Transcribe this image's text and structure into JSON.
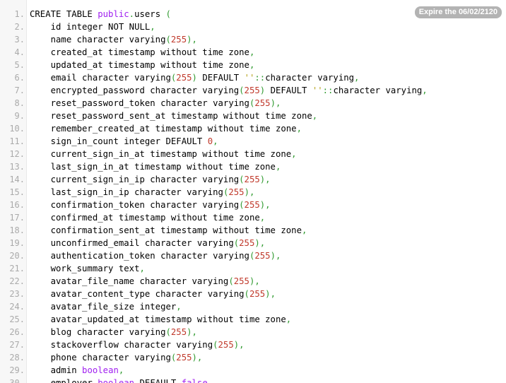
{
  "badge": {
    "expire_label": "Expire the 06/02/2120"
  },
  "colors": {
    "punctuation": "#2f9a2f",
    "number": "#c0392b",
    "keyword": "#a020f0",
    "string": "#b5a21a",
    "line_number": "#aaaaaa"
  },
  "code_lines": [
    {
      "number": "1.",
      "tokens": [
        [
          "t",
          "CREATE TABLE "
        ],
        [
          "k",
          "public"
        ],
        [
          "p",
          "."
        ],
        [
          "t",
          "users "
        ],
        [
          "p",
          "("
        ]
      ]
    },
    {
      "number": "2.",
      "tokens": [
        [
          "t",
          "    id integer NOT NULL"
        ],
        [
          "p",
          ","
        ]
      ]
    },
    {
      "number": "3.",
      "tokens": [
        [
          "t",
          "    name character varying"
        ],
        [
          "p",
          "("
        ],
        [
          "n",
          "255"
        ],
        [
          "p",
          "),"
        ]
      ]
    },
    {
      "number": "4.",
      "tokens": [
        [
          "t",
          "    created_at timestamp without time zone"
        ],
        [
          "p",
          ","
        ]
      ]
    },
    {
      "number": "5.",
      "tokens": [
        [
          "t",
          "    updated_at timestamp without time zone"
        ],
        [
          "p",
          ","
        ]
      ]
    },
    {
      "number": "6.",
      "tokens": [
        [
          "t",
          "    email character varying"
        ],
        [
          "p",
          "("
        ],
        [
          "n",
          "255"
        ],
        [
          "p",
          ")"
        ],
        [
          "t",
          " DEFAULT "
        ],
        [
          "s",
          "''"
        ],
        [
          "p",
          "::"
        ],
        [
          "t",
          "character varying"
        ],
        [
          "p",
          ","
        ]
      ]
    },
    {
      "number": "7.",
      "tokens": [
        [
          "t",
          "    encrypted_password character varying"
        ],
        [
          "p",
          "("
        ],
        [
          "n",
          "255"
        ],
        [
          "p",
          ")"
        ],
        [
          "t",
          " DEFAULT "
        ],
        [
          "s",
          "''"
        ],
        [
          "p",
          "::"
        ],
        [
          "t",
          "character varying"
        ],
        [
          "p",
          ","
        ]
      ]
    },
    {
      "number": "8.",
      "tokens": [
        [
          "t",
          "    reset_password_token character varying"
        ],
        [
          "p",
          "("
        ],
        [
          "n",
          "255"
        ],
        [
          "p",
          "),"
        ]
      ]
    },
    {
      "number": "9.",
      "tokens": [
        [
          "t",
          "    reset_password_sent_at timestamp without time zone"
        ],
        [
          "p",
          ","
        ]
      ]
    },
    {
      "number": "10.",
      "tokens": [
        [
          "t",
          "    remember_created_at timestamp without time zone"
        ],
        [
          "p",
          ","
        ]
      ]
    },
    {
      "number": "11.",
      "tokens": [
        [
          "t",
          "    sign_in_count integer DEFAULT "
        ],
        [
          "n",
          "0"
        ],
        [
          "p",
          ","
        ]
      ]
    },
    {
      "number": "12.",
      "tokens": [
        [
          "t",
          "    current_sign_in_at timestamp without time zone"
        ],
        [
          "p",
          ","
        ]
      ]
    },
    {
      "number": "13.",
      "tokens": [
        [
          "t",
          "    last_sign_in_at timestamp without time zone"
        ],
        [
          "p",
          ","
        ]
      ]
    },
    {
      "number": "14.",
      "tokens": [
        [
          "t",
          "    current_sign_in_ip character varying"
        ],
        [
          "p",
          "("
        ],
        [
          "n",
          "255"
        ],
        [
          "p",
          "),"
        ]
      ]
    },
    {
      "number": "15.",
      "tokens": [
        [
          "t",
          "    last_sign_in_ip character varying"
        ],
        [
          "p",
          "("
        ],
        [
          "n",
          "255"
        ],
        [
          "p",
          "),"
        ]
      ]
    },
    {
      "number": "16.",
      "tokens": [
        [
          "t",
          "    confirmation_token character varying"
        ],
        [
          "p",
          "("
        ],
        [
          "n",
          "255"
        ],
        [
          "p",
          "),"
        ]
      ]
    },
    {
      "number": "17.",
      "tokens": [
        [
          "t",
          "    confirmed_at timestamp without time zone"
        ],
        [
          "p",
          ","
        ]
      ]
    },
    {
      "number": "18.",
      "tokens": [
        [
          "t",
          "    confirmation_sent_at timestamp without time zone"
        ],
        [
          "p",
          ","
        ]
      ]
    },
    {
      "number": "19.",
      "tokens": [
        [
          "t",
          "    unconfirmed_email character varying"
        ],
        [
          "p",
          "("
        ],
        [
          "n",
          "255"
        ],
        [
          "p",
          "),"
        ]
      ]
    },
    {
      "number": "20.",
      "tokens": [
        [
          "t",
          "    authentication_token character varying"
        ],
        [
          "p",
          "("
        ],
        [
          "n",
          "255"
        ],
        [
          "p",
          "),"
        ]
      ]
    },
    {
      "number": "21.",
      "tokens": [
        [
          "t",
          "    work_summary text"
        ],
        [
          "p",
          ","
        ]
      ]
    },
    {
      "number": "22.",
      "tokens": [
        [
          "t",
          "    avatar_file_name character varying"
        ],
        [
          "p",
          "("
        ],
        [
          "n",
          "255"
        ],
        [
          "p",
          "),"
        ]
      ]
    },
    {
      "number": "23.",
      "tokens": [
        [
          "t",
          "    avatar_content_type character varying"
        ],
        [
          "p",
          "("
        ],
        [
          "n",
          "255"
        ],
        [
          "p",
          "),"
        ]
      ]
    },
    {
      "number": "24.",
      "tokens": [
        [
          "t",
          "    avatar_file_size integer"
        ],
        [
          "p",
          ","
        ]
      ]
    },
    {
      "number": "25.",
      "tokens": [
        [
          "t",
          "    avatar_updated_at timestamp without time zone"
        ],
        [
          "p",
          ","
        ]
      ]
    },
    {
      "number": "26.",
      "tokens": [
        [
          "t",
          "    blog character varying"
        ],
        [
          "p",
          "("
        ],
        [
          "n",
          "255"
        ],
        [
          "p",
          "),"
        ]
      ]
    },
    {
      "number": "27.",
      "tokens": [
        [
          "t",
          "    stackoverflow character varying"
        ],
        [
          "p",
          "("
        ],
        [
          "n",
          "255"
        ],
        [
          "p",
          "),"
        ]
      ]
    },
    {
      "number": "28.",
      "tokens": [
        [
          "t",
          "    phone character varying"
        ],
        [
          "p",
          "("
        ],
        [
          "n",
          "255"
        ],
        [
          "p",
          "),"
        ]
      ]
    },
    {
      "number": "29.",
      "tokens": [
        [
          "t",
          "    admin "
        ],
        [
          "k",
          "boolean"
        ],
        [
          "p",
          ","
        ]
      ]
    },
    {
      "number": "30.",
      "tokens": [
        [
          "t",
          "    employer "
        ],
        [
          "k",
          "boolean"
        ],
        [
          "t",
          " DEFAULT "
        ],
        [
          "k",
          "false"
        ],
        [
          "p",
          ","
        ]
      ]
    }
  ]
}
